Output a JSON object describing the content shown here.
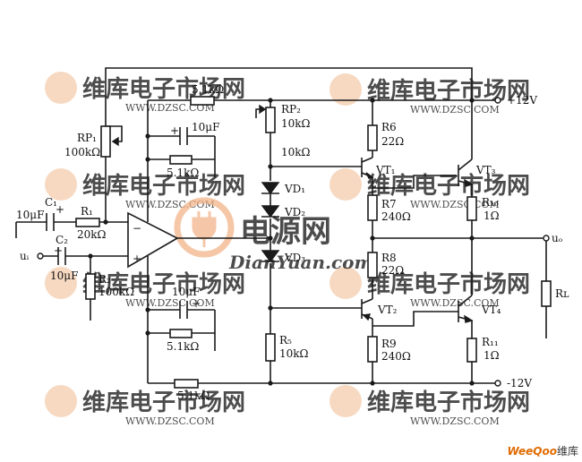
{
  "circuit": {
    "supply_positive": "+12V",
    "supply_negative": "-12V",
    "input_label": "uᵢ",
    "output_label": "uₒ",
    "components": {
      "c1": {
        "designator": "C₁",
        "value": "10μF"
      },
      "c2": {
        "designator": "C₂",
        "value": "10μF"
      },
      "r1": {
        "designator": "R₁",
        "value": "20kΩ"
      },
      "r2": {
        "designator": "R₂",
        "value": "100kΩ"
      },
      "rp1": {
        "designator": "RP₁",
        "value": "100kΩ"
      },
      "rp2": {
        "designator": "RP₂",
        "value": "10kΩ"
      },
      "r5": {
        "designator": "R₅",
        "value": "10kΩ"
      },
      "r5_top_value": "10kΩ",
      "r6": {
        "designator": "R6",
        "value": "22Ω"
      },
      "r7": {
        "designator": "R7",
        "value": "240Ω"
      },
      "r8": {
        "designator": "R8",
        "value": "22Ω"
      },
      "r9": {
        "designator": "R9",
        "value": "240Ω"
      },
      "r10": {
        "designator": "R₁₀",
        "value": "1Ω"
      },
      "r11": {
        "designator": "R₁₁",
        "value": "1Ω"
      },
      "rl": {
        "designator": "Rʟ"
      },
      "rf_top": {
        "value": "5.1kΩ"
      },
      "rf_upper": {
        "value": "5.1kΩ"
      },
      "rf_lower": {
        "value": "5.1kΩ"
      },
      "rf_bottom": {
        "value": "5.1kΩ"
      },
      "cf_upper": {
        "value": "10μF"
      },
      "cf_lower": {
        "value": "10μF"
      },
      "vd1": {
        "designator": "VD₁"
      },
      "vd2": {
        "designator": "VD₂"
      },
      "vd3": {
        "designator": "VD₃"
      },
      "vt1": {
        "designator": "VT₁"
      },
      "vt2": {
        "designator": "VT₂"
      },
      "vt3": {
        "designator": "VT₃"
      },
      "vt4": {
        "designator": "VT₄"
      },
      "opamp_minus": "−",
      "opamp_plus": "+"
    }
  },
  "watermark": {
    "brand": "维库电子市场网",
    "url": "WWW.DZSC.COM",
    "center_brand": "电源网",
    "center_url": "DianYuan.com",
    "corner_logo": "WeeQoo",
    "corner_text": "维库"
  }
}
